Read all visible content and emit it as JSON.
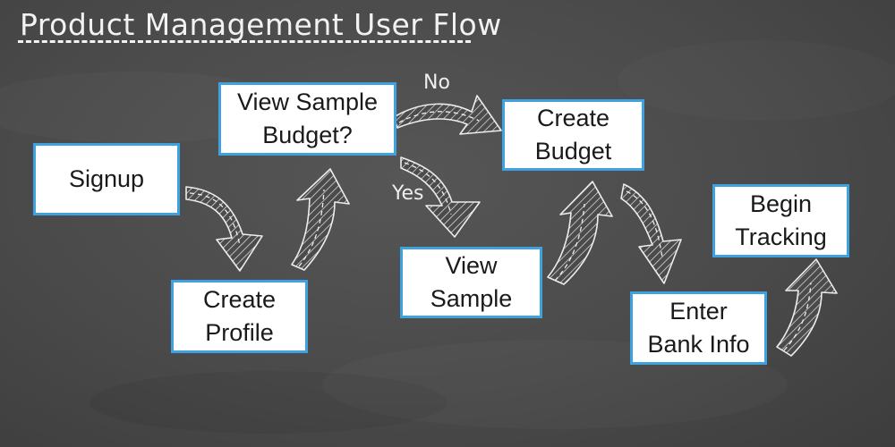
{
  "title": "Product Management User Flow",
  "nodes": {
    "signup": "Signup",
    "create_profile": "Create\nProfile",
    "view_sample_budget": "View Sample\nBudget?",
    "create_budget": "Create\nBudget",
    "view_sample": "View\nSample",
    "enter_bank_info": "Enter\nBank Info",
    "begin_tracking": "Begin\nTracking"
  },
  "edges": {
    "no_label": "No",
    "yes_label": "Yes"
  },
  "colors": {
    "node_border": "#3ea2e0",
    "node_fill": "#ffffff",
    "chalk": "#f2f2f2",
    "board": "#4a4a4a"
  }
}
